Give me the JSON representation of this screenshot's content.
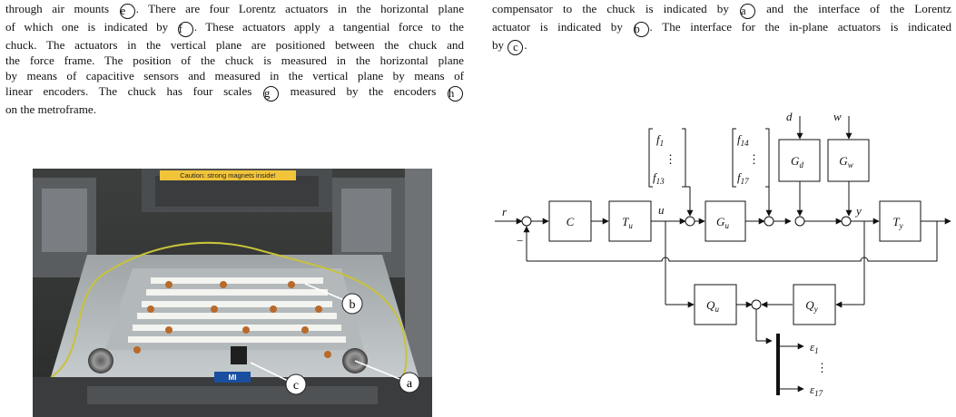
{
  "left_text": {
    "lines": [
      [
        "through air mounts ",
        "e",
        ". There are four Lorentz actuators in the horizontal plane"
      ],
      [
        "of which one is indicated by ",
        "f",
        ". These actuators apply a tangential force to the"
      ],
      [
        "chuck. The actuators in the vertical plane are positioned between the chuck and"
      ],
      [
        "the force frame. The position of the chuck is measured in the horizontal plane"
      ],
      [
        "by means of capacitive sensors and measured in the vertical plane by means of"
      ],
      [
        "linear encoders. The chuck has four scales ",
        "g",
        " measured by the encoders ",
        "h"
      ],
      [
        "on the metroframe."
      ]
    ]
  },
  "right_text": {
    "lines": [
      [
        "compensator to the chuck is indicated by ",
        "a",
        " and the interface of the Lorentz"
      ],
      [
        "actuator is indicated by ",
        "b",
        ". The interface for the in-plane actuators is indicated"
      ],
      [
        "by ",
        "c",
        "."
      ]
    ]
  },
  "photo": {
    "caution_sign": "Caution: strong magnets inside!",
    "brand_plate": "MI",
    "callouts": [
      "b",
      "c",
      "a"
    ]
  },
  "diagram": {
    "signals": {
      "r": "r",
      "u": "u",
      "y": "y",
      "d": "d",
      "w": "w"
    },
    "blocks": {
      "C": "C",
      "Tu": "T",
      "Tu_sub": "u",
      "Gu": "G",
      "Gu_sub": "u",
      "Gd": "G",
      "Gd_sub": "d",
      "Gw": "G",
      "Gw_sub": "w",
      "Ty": "T",
      "Ty_sub": "y",
      "Qu": "Q",
      "Qu_sub": "u",
      "Qy": "Q",
      "Qy_sub": "y"
    },
    "minus_sign": "−",
    "vector_f1": {
      "top": "f",
      "top_sub": "1",
      "dots": "⋮",
      "bottom": "f",
      "bottom_sub": "13"
    },
    "vector_f14": {
      "top": "f",
      "top_sub": "14",
      "dots": "⋮",
      "bottom": "f",
      "bottom_sub": "17"
    },
    "outputs": {
      "e1": "ε",
      "e1_sub": "1",
      "dots": "⋮",
      "e17": "ε",
      "e17_sub": "17"
    }
  }
}
